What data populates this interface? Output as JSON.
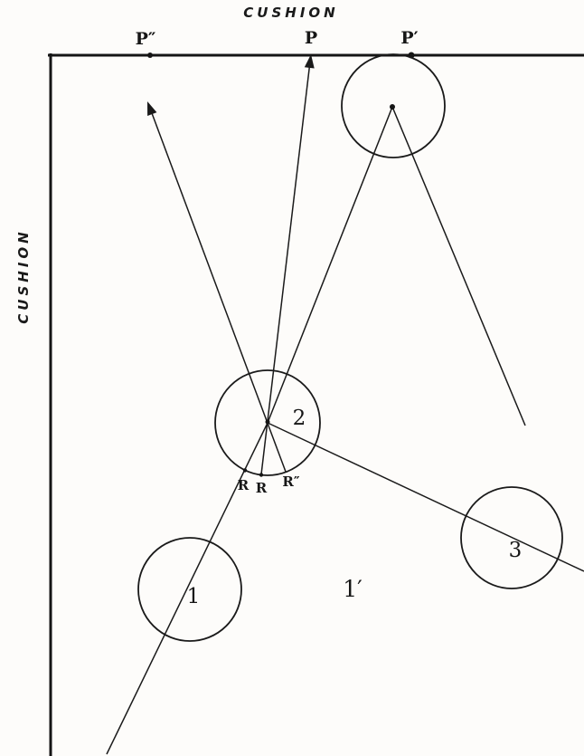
{
  "figure": {
    "description": "Billiards diagram: corner of table with two cushions, three object balls and aiming lines",
    "paper_color": "#fdfcfa",
    "ink_color": "#1a1a1a"
  },
  "cushions": {
    "top_label": "CUSHION",
    "left_label": "CUSHION"
  },
  "cushion_points": {
    "p_double_prime": "P″",
    "p": "P",
    "p_prime": "P′"
  },
  "contact_points": {
    "r1": "R",
    "r2": "R",
    "r_double_prime": "R″"
  },
  "balls": {
    "one": "1",
    "two": "2",
    "three": "3",
    "one_prime": "1′"
  }
}
